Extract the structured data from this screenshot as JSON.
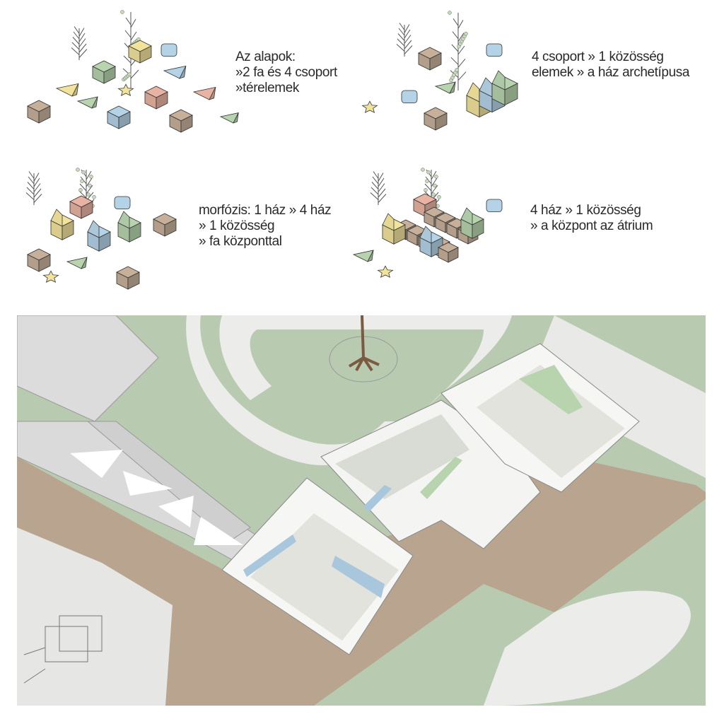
{
  "diagrams": [
    {
      "lines": [
        "Az alapok:",
        "»2 fa és 4 csoport",
        "»térelemek"
      ]
    },
    {
      "lines": [
        "4 csoport » 1 közösség",
        "elemek » a ház archetípusa"
      ]
    },
    {
      "lines": [
        "morfózis: 1 ház » 4 ház",
        "» 1 közösség",
        "» fa központtal"
      ]
    },
    {
      "lines": [
        "4 ház » 1 közösség",
        "» a központ az átrium"
      ]
    }
  ],
  "colors": {
    "yellow": "#f2e39c",
    "green": "#b7d4ae",
    "blue": "#b5d3e6",
    "pink": "#e9b3a3",
    "brown": "#c6b09a",
    "lawn": "#b8cbb0",
    "paving": "#b9a58f",
    "path": "#ececea"
  }
}
